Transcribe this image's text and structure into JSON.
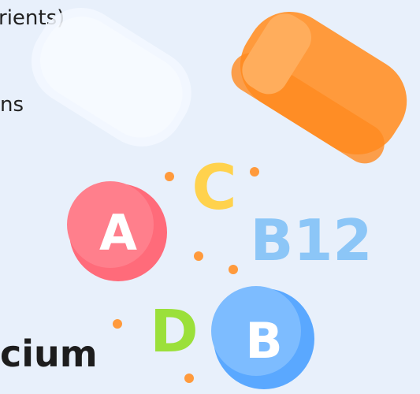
{
  "text": {
    "line1": "rients)",
    "line2": "ns",
    "line3": "cium"
  },
  "vitamins": {
    "a": "A",
    "b": "B",
    "c": "C",
    "d": "D",
    "b12": "B12"
  },
  "colors": {
    "background": "#e8f0fb",
    "capsule_orange": "#ff9a3c",
    "vitamin_a": "#ff6b7a",
    "vitamin_b": "#70b6ff",
    "vitamin_c": "#ffd24d",
    "vitamin_d": "#9be03a",
    "vitamin_b12": "#8cc6f7",
    "dots": "#ff9a3c"
  }
}
